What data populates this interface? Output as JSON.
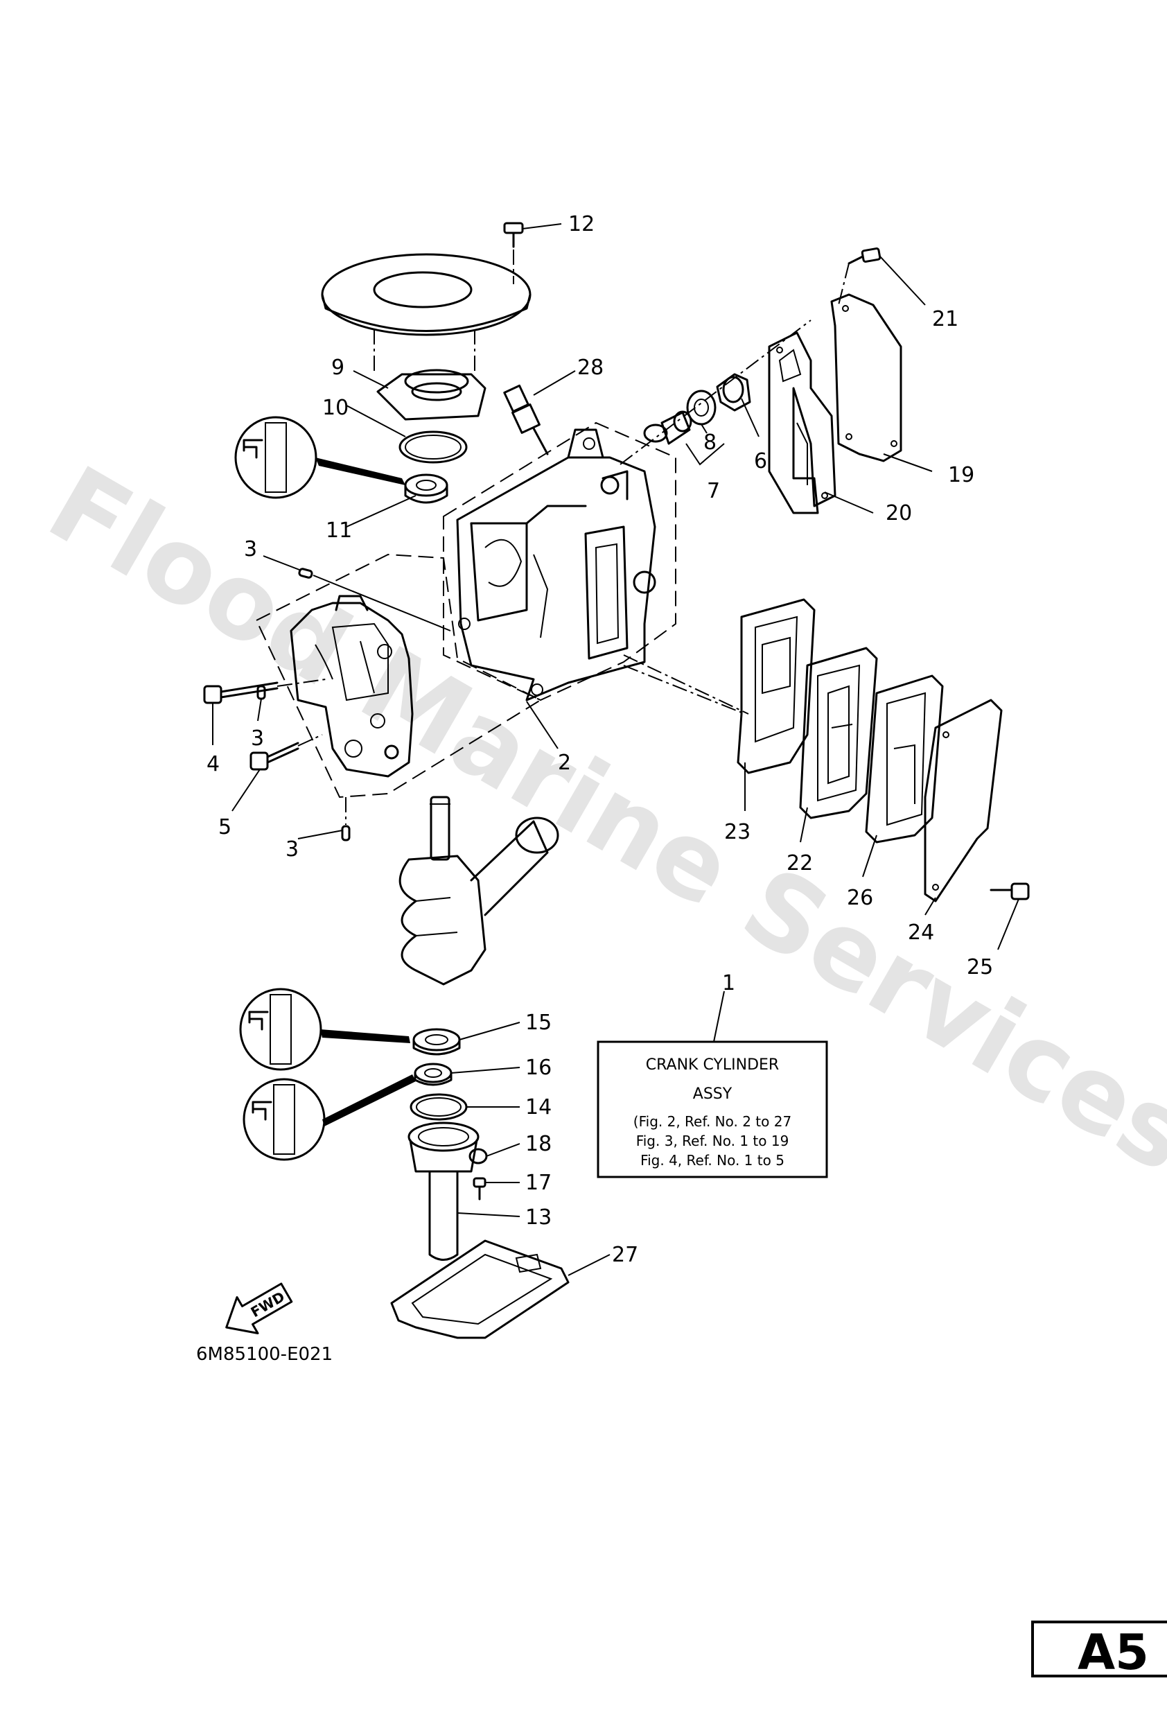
{
  "watermark": "Flood Marine Services",
  "diagram_code": "6M85100-E021",
  "page_code": "A5",
  "fwd_label": "FWD",
  "assy_box": {
    "line1": "CRANK CYLINDER",
    "line2": "ASSY",
    "ref1": "(Fig. 2, Ref. No. 2 to 27",
    "ref2": "Fig. 3, Ref. No. 1 to 19",
    "ref3": "Fig. 4, Ref. No. 1 to 5"
  },
  "callouts": {
    "n1": "1",
    "n2": "2",
    "n3a": "3",
    "n3b": "3",
    "n3c": "3",
    "n4": "4",
    "n5": "5",
    "n6": "6",
    "n7": "7",
    "n8": "8",
    "n9": "9",
    "n10": "10",
    "n11": "11",
    "n12": "12",
    "n13": "13",
    "n14": "14",
    "n15": "15",
    "n16": "16",
    "n17": "17",
    "n18": "18",
    "n19": "19",
    "n20": "20",
    "n21": "21",
    "n22": "22",
    "n23": "23",
    "n24": "24",
    "n25": "25",
    "n26": "26",
    "n27": "27",
    "n28": "28"
  }
}
